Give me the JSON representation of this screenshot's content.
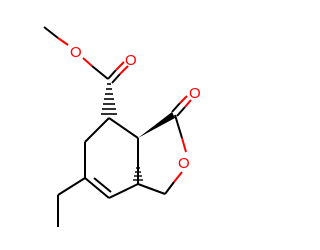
{
  "molecule": {
    "atoms": {
      "o_ester_single": "O",
      "o_ester_double": "O",
      "o_lactone_carbonyl": "O",
      "o_ring": "O"
    },
    "colors": {
      "bond": "#000000",
      "oxygen": "#ff0000"
    }
  }
}
